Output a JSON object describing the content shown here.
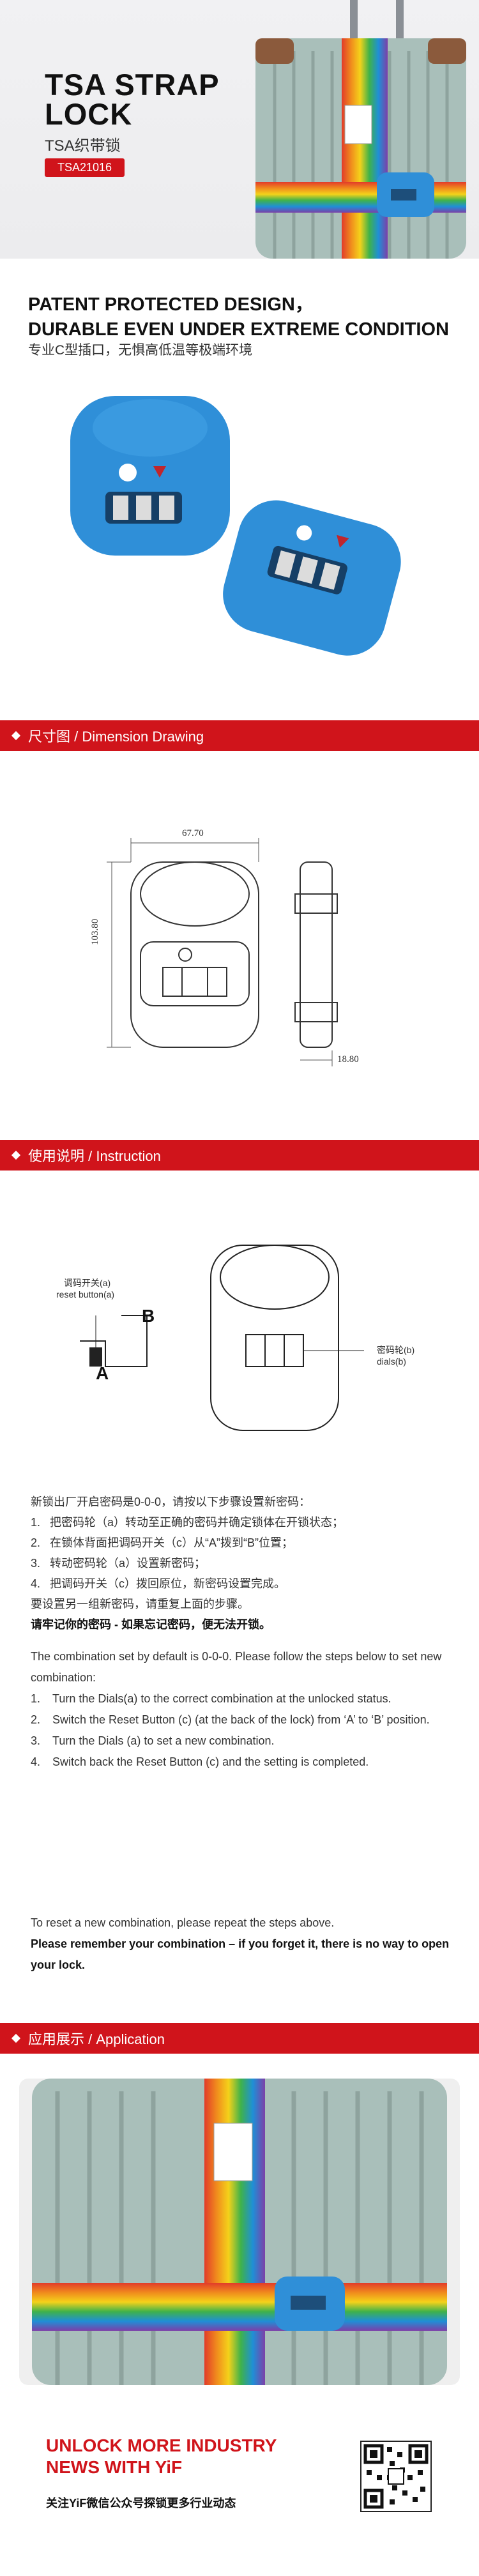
{
  "hero": {
    "title_line1": "TSA STRAP",
    "title_line2": "LOCK",
    "subtitle": "TSA织带锁",
    "model": "TSA21016"
  },
  "intro": {
    "headline_line1": "PATENT PROTECTED DESIGN，",
    "headline_line2": "DURABLE EVEN UNDER EXTREME CONDITION",
    "subline": "专业C型插口，无惧高低温等极端环境"
  },
  "sections": {
    "dimension": "尺寸图 / Dimension Drawing",
    "instruction": "使用说明 / Instruction",
    "application": "应用展示 / Application"
  },
  "dimensions": {
    "width_label": "67.70",
    "height_label": "103.80",
    "depth_label": "18.80"
  },
  "diagram": {
    "reset_button_label_cn": "调码开关(a)",
    "reset_button_label_en": "reset button(a)",
    "pos_a": "A",
    "pos_b": "B",
    "dials_label_cn": "密码轮(b)",
    "dials_label_en": "dials(b)"
  },
  "instructions_cn": {
    "intro": "新锁出厂开启密码是0-0-0，请按以下步骤设置新密码：",
    "steps": [
      {
        "num": "1.",
        "text": "把密码轮（a）转动至正确的密码并确定锁体在开锁状态；"
      },
      {
        "num": "2.",
        "text": "在锁体背面把调码开关（c）从“A”拨到“B”位置；"
      },
      {
        "num": "3.",
        "text": "转动密码轮（a）设置新密码；"
      },
      {
        "num": "4.",
        "text": "把调码开关（c）拨回原位，新密码设置完成。"
      }
    ],
    "repeat": "要设置另一组新密码，请重复上面的步骤。",
    "warning": "请牢记你的密码 - 如果忘记密码，便无法开锁。"
  },
  "instructions_en": {
    "intro": "The combination set by default is 0-0-0. Please follow the steps below to set new combination:",
    "steps": [
      {
        "num": "1.",
        "text": "Turn the Dials(a) to the correct combination at the unlocked status."
      },
      {
        "num": "2.",
        "text": "Switch the Reset Button (c) (at the back of the lock) from ‘A’ to ‘B’ position."
      },
      {
        "num": "3.",
        "text": "Turn the Dials (a) to set a new combination."
      },
      {
        "num": "4.",
        "text": "Switch back the Reset Button (c) and the setting is completed."
      }
    ],
    "repeat": "To reset a new combination, please repeat the steps above.",
    "warning": "Please remember your combination – if you forget it, there is no way to open your lock."
  },
  "footer": {
    "headline_line1": "UNLOCK MORE INDUSTRY",
    "headline_line2": "NEWS WITH YiF",
    "subline": "关注YiF微信公众号探锁更多行业动态"
  },
  "colors": {
    "accent": "#d0141b",
    "lock_blue": "#2f8fd8",
    "luggage_teal": "#9fb5b0"
  }
}
